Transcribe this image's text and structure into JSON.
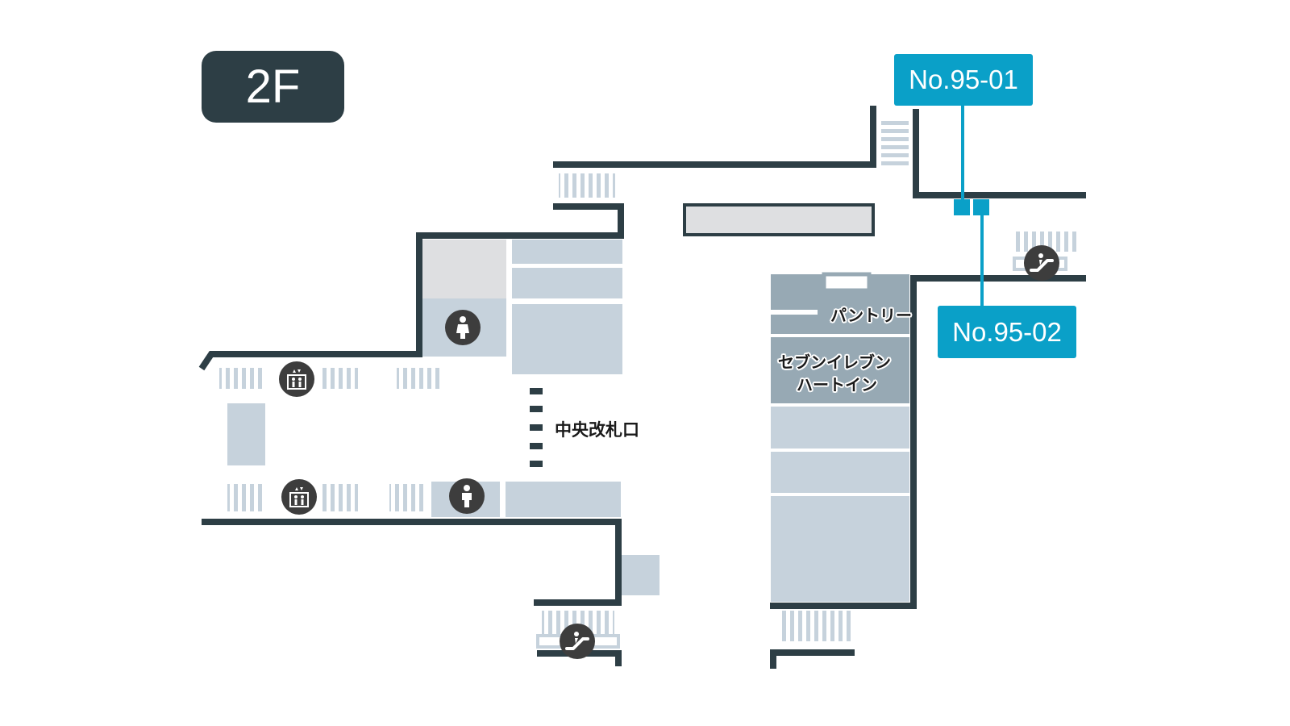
{
  "floor": {
    "label": "2F"
  },
  "locations": [
    {
      "id": "No.95-01"
    },
    {
      "id": "No.95-02"
    }
  ],
  "labels": {
    "gate": "中央改札口",
    "pantry": "パントリー",
    "seven_line1": "セブンイレブン",
    "seven_line2": "ハートイン"
  },
  "colors": {
    "wall": "#2d3e45",
    "room": "#c6d2dc",
    "room_dark": "#97a9b4",
    "room_light": "#dedfe1",
    "stairs": "#c6d2dc",
    "highlight": "#0aa0c8",
    "icon_bg": "#3d3d3d"
  },
  "icons": {
    "restroom_female": "female-restroom-icon",
    "restroom_male": "male-restroom-icon",
    "elevator": "elevator-icon",
    "escalator": "escalator-icon"
  }
}
